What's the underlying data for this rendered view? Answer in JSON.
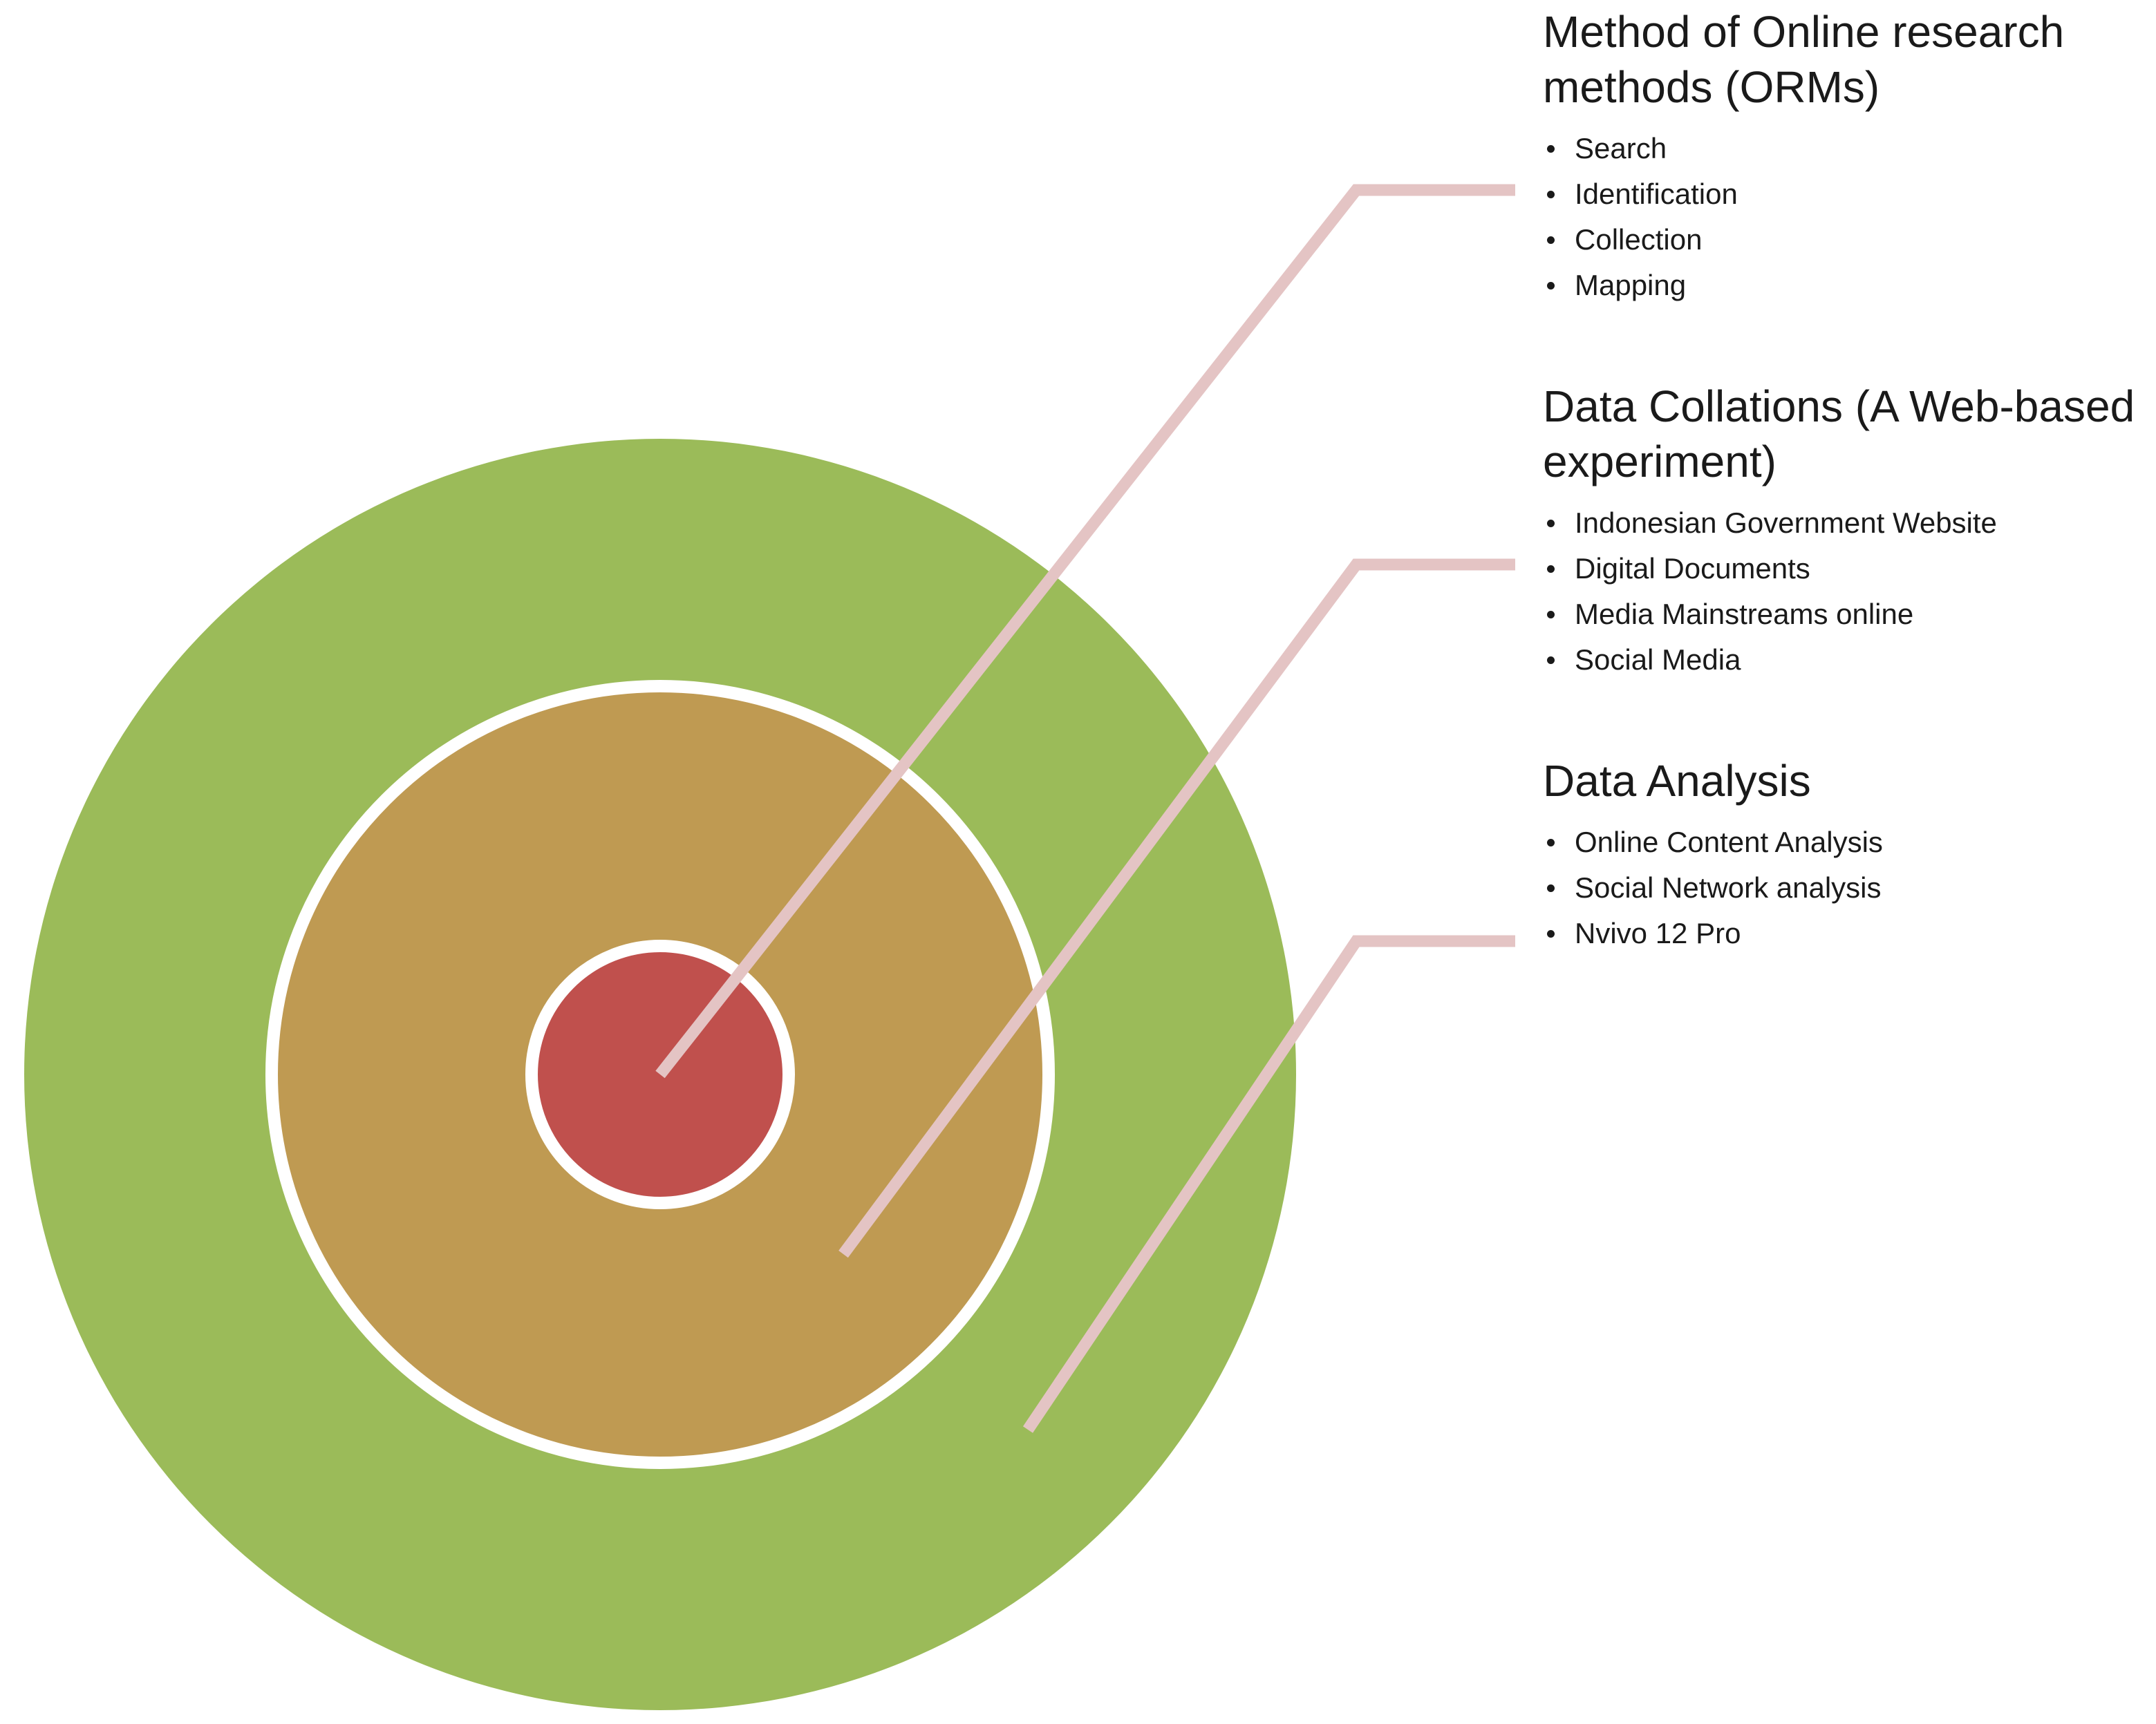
{
  "colors": {
    "outer_ring": "#9bbb59",
    "middle_ring": "#bf9a52",
    "inner_core": "#c0504d",
    "ring_border": "#ffffff",
    "connector": "#e4c4c4",
    "text": "#1a1a1a"
  },
  "layers": [
    {
      "title": "Method of Online research\nmethods (ORMs)",
      "items": [
        "Search",
        "Identification",
        "Collection",
        "Mapping"
      ]
    },
    {
      "title": "Data Collations (A Web-based\nexperiment)",
      "items": [
        "Indonesian Government Website",
        "Digital Documents",
        "Media Mainstreams online",
        "Social Media"
      ]
    },
    {
      "title": "Data Analysis",
      "items": [
        "Online Content Analysis",
        "Social Network analysis",
        "Nvivo 12 Pro"
      ]
    }
  ]
}
